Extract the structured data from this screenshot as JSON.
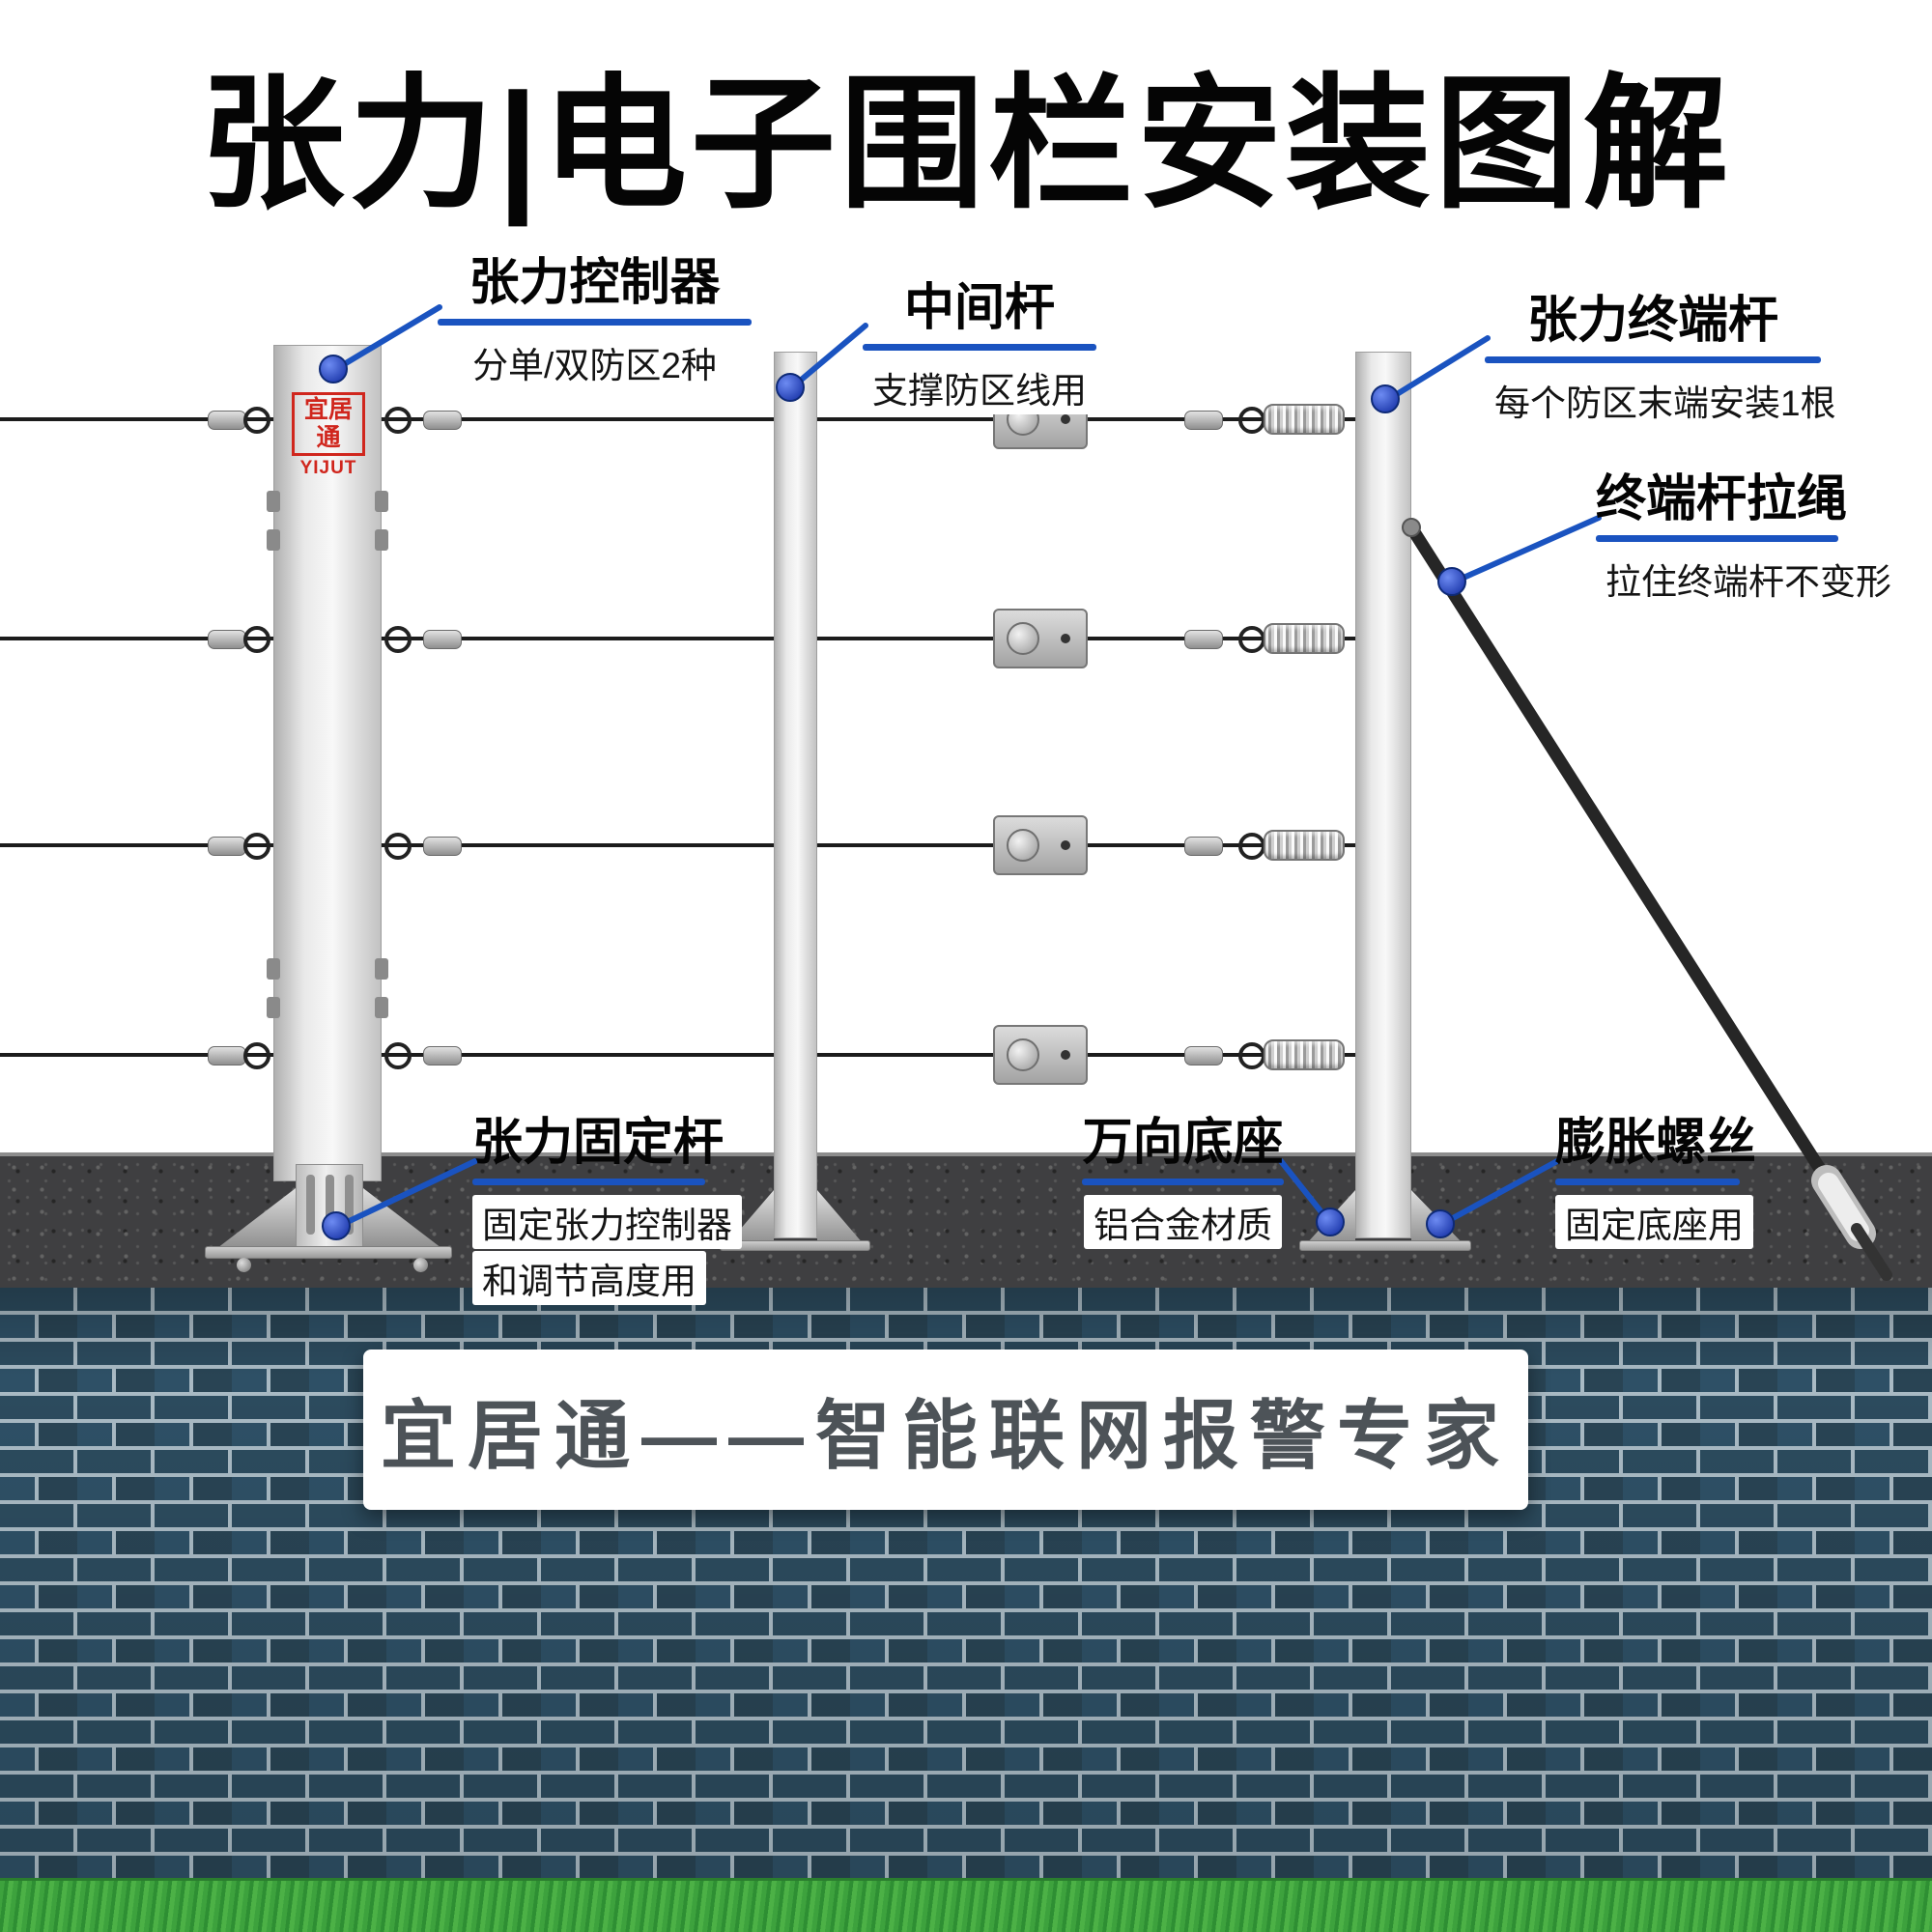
{
  "title": "张力|电子围栏安装图解",
  "brand": {
    "cn": "宜居通",
    "en": "YIJUT"
  },
  "banner": {
    "text": "宜居通——智能联网报警专家"
  },
  "callouts": {
    "controller": {
      "label": "张力控制器",
      "desc": "分单/双防区2种"
    },
    "middle_pole": {
      "label": "中间杆",
      "desc": "支撑防区线用"
    },
    "terminal_pole": {
      "label": "张力终端杆",
      "desc": "每个防区末端安装1根"
    },
    "rope": {
      "label": "终端杆拉绳",
      "desc": "拉住终端杆不变形"
    },
    "fixing_pole": {
      "label": "张力固定杆",
      "desc1": "固定张力控制器",
      "desc2": "和调节高度用"
    },
    "universal_base": {
      "label": "万向底座",
      "desc": "铝合金材质"
    },
    "expansion_screw": {
      "label": "膨胀螺丝",
      "desc": "固定底座用"
    }
  },
  "colors": {
    "accent_blue": "#1a53c0",
    "dot_blue": "#2743c4",
    "logo_red": "#d0261d",
    "brick": "#2c4b5e",
    "mortar": "#a9bac4",
    "grass_green": "#3da23d",
    "ground_gray": "#3f3f41",
    "banner_text_gray": "#4d5358"
  }
}
